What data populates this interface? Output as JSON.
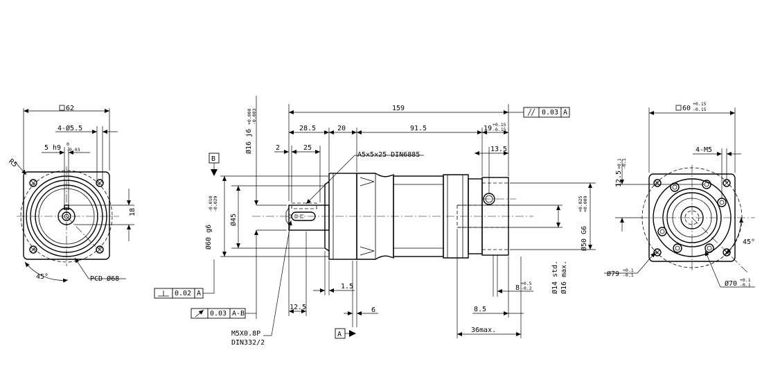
{
  "front": {
    "square": "62",
    "holes": "4-Ø5.5",
    "key_width": "5 h9",
    "key_tol_upper": "0",
    "key_tol_lower": "-0.03",
    "radius": "R5",
    "height_18": "18",
    "angle": "45°",
    "pcd": "PCD Ø68"
  },
  "side": {
    "total_length": "159",
    "d_28_5": "28.5",
    "d_20": "20",
    "d_91_5": "91.5",
    "d_19": "19",
    "d_19_tol_upper": "+0.15",
    "d_19_tol_lower": "-0.15",
    "d_2": "2",
    "d_25": "25",
    "key_callout": "A5x5x25 DIN6885",
    "d_13_5": "13.5",
    "shaft_dia": "Ø16 j6",
    "shaft_tol_upper": "+0.008",
    "shaft_tol_lower": "-0.003",
    "pilot_dia": "Ø60 g6",
    "pilot_tol_upper": "-0.010",
    "pilot_tol_lower": "-0.029",
    "body_dia": "Ø45",
    "motor_bore": "Ø50 G6",
    "bore_tol_upper": "+0.025",
    "bore_tol_lower": "+0.009",
    "d_1_5": "1.5",
    "d_8": "8",
    "d_8_tol_upper": "+0.5",
    "d_8_tol_lower": "-0.2",
    "motor_shaft_std": "Ø14 std.",
    "motor_shaft_max": "Ø16 max.",
    "d_12_5": "12.5",
    "d_6": "6",
    "d_8_5": "8.5",
    "d_36max": "36max.",
    "thread": "M5X0.8P",
    "thread_std": "DIN332/2"
  },
  "gdt": {
    "datum_a": "A",
    "datum_b": "B",
    "parallel_value": "0.03",
    "parallel_datum": "A",
    "perp_value": "0.02",
    "perp_datum": "A",
    "runout_value": "0.03",
    "runout_datum": "A-B"
  },
  "rear": {
    "square": "60",
    "square_tol_upper": "+0.15",
    "square_tol_lower": "-0.15",
    "threads": "4-M5",
    "offset": "12.5",
    "offset_tol_upper": "+0.1",
    "offset_tol_lower": "-0.1",
    "dia_79": "Ø79",
    "dia_79_tol_upper": "+0.1",
    "dia_79_tol_lower": "-0.1",
    "dia_70": "Ø70",
    "dia_70_tol_upper": "+0.1",
    "dia_70_tol_lower": "-0.1",
    "angle": "45°"
  }
}
